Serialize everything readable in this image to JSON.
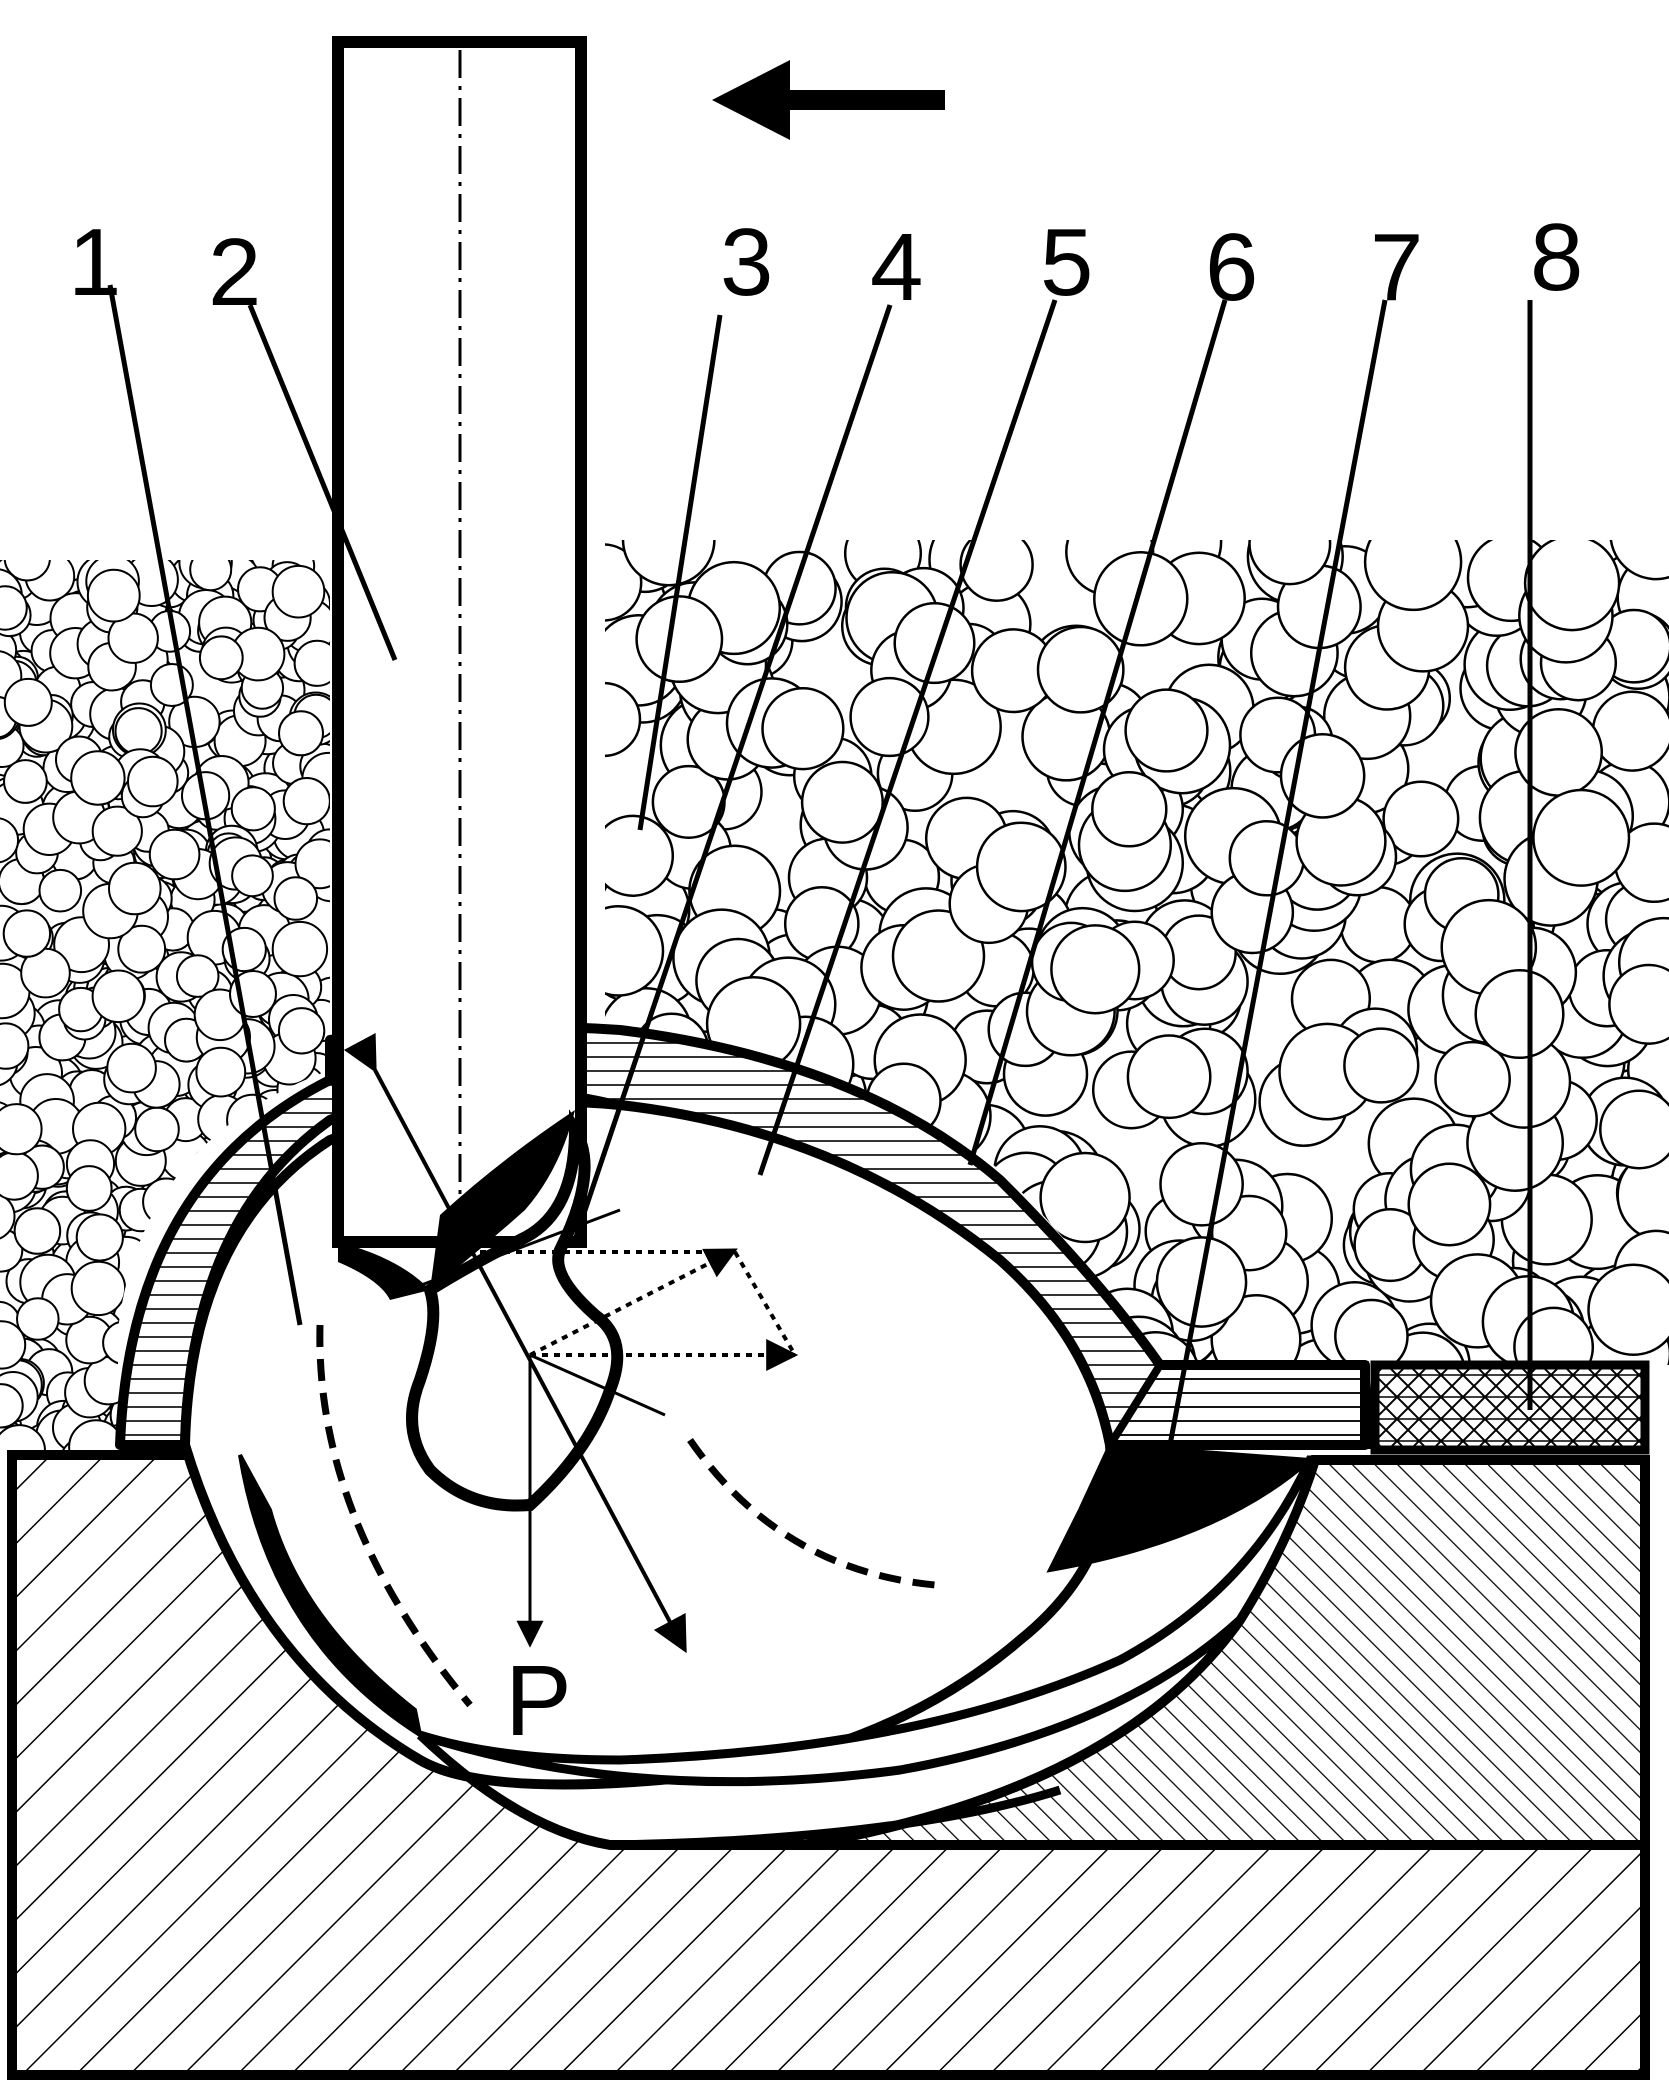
{
  "labels": {
    "n1": "1",
    "n2": "2",
    "n3": "3",
    "n4": "4",
    "n5": "5",
    "n6": "6",
    "n7": "7",
    "n8": "8",
    "force": "P"
  },
  "colors": {
    "ink": "#000000",
    "paper": "#ffffff"
  },
  "icons": {
    "direction": "arrow-left-icon"
  }
}
